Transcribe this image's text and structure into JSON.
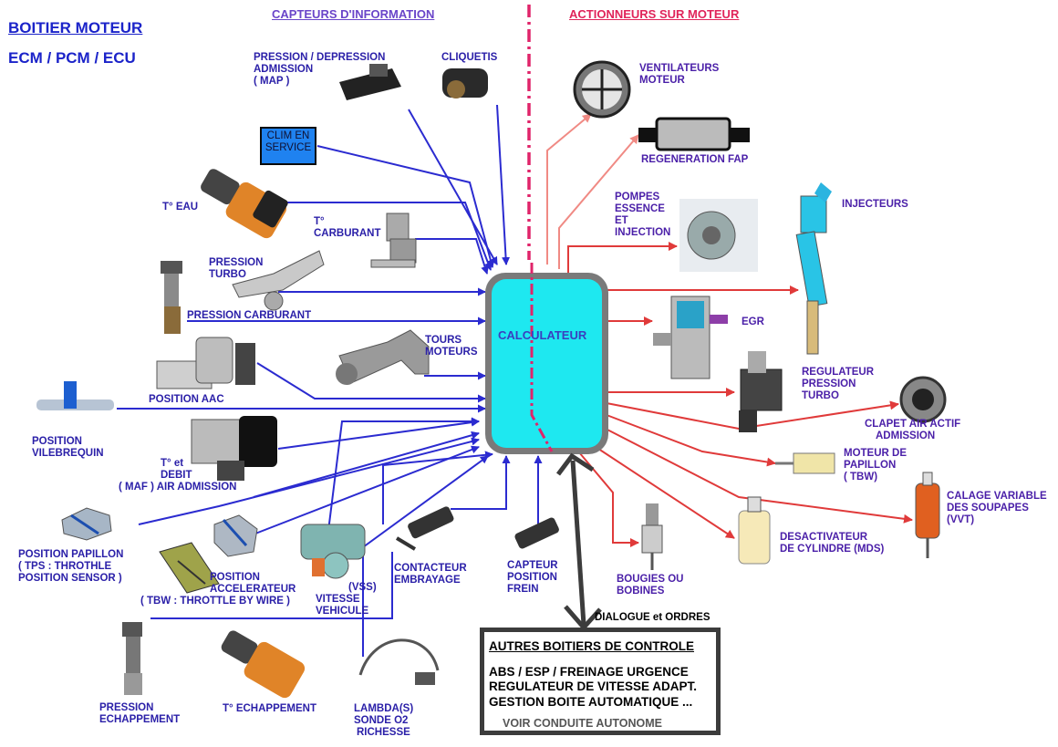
{
  "title": {
    "line1": "BOITIER MOTEUR",
    "line2": "ECM / PCM / ECU"
  },
  "headers": {
    "sensors": "CAPTEURS D'INFORMATION",
    "actuators": "ACTIONNEURS SUR MOTEUR"
  },
  "center": {
    "label": "CALCULATEUR"
  },
  "sensors": {
    "map": [
      "PRESSION / DEPRESSION",
      "ADMISSION",
      "( MAP )"
    ],
    "knock": "CLIQUETIS",
    "clim": [
      "CLIM EN",
      "SERVICE"
    ],
    "water_temp": "T° EAU",
    "fuel_temp": [
      "T°",
      "CARBURANT"
    ],
    "turbo_pressure": [
      "PRESSION",
      "TURBO"
    ],
    "fuel_pressure": "PRESSION CARBURANT",
    "engine_rpm": [
      "TOURS",
      "MOTEURS"
    ],
    "aac": "POSITION AAC",
    "crankshaft": [
      "POSITION",
      "VILEBREQUIN"
    ],
    "maf": [
      "T° et",
      "DEBIT",
      "( MAF )  AIR ADMISSION"
    ],
    "throttle": [
      "POSITION PAPILLON",
      "( TPS : THROTHLE",
      "POSITION SENSOR )"
    ],
    "accelerator": [
      "POSITION",
      "ACCELERATEUR",
      "( TBW : THROTTLE BY WIRE )"
    ],
    "vss": [
      "(VSS)",
      "VITESSE",
      "VEHICULE"
    ],
    "clutch": [
      "CONTACTEUR",
      "EMBRAYAGE"
    ],
    "brake": [
      "CAPTEUR",
      "POSITION",
      "FREIN"
    ],
    "exhaust_pressure": [
      "PRESSION",
      "ECHAPPEMENT"
    ],
    "exhaust_temp": "T° ECHAPPEMENT",
    "lambda": [
      "LAMBDA(S)",
      "SONDE O2",
      "RICHESSE"
    ]
  },
  "actuators": {
    "fans": [
      "VENTILATEURS",
      "MOTEUR"
    ],
    "dpf": "REGENERATION FAP",
    "pumps": [
      "POMPES",
      "ESSENCE",
      "ET",
      "INJECTION"
    ],
    "injectors": "INJECTEURS",
    "egr": "EGR",
    "turbo_regulator": [
      "REGULATEUR",
      "PRESSION",
      "TURBO"
    ],
    "air_valve": [
      "CLAPET AIR ACTIF",
      "ADMISSION"
    ],
    "throttle_motor": [
      "MOTEUR DE",
      "PAPILLON",
      "( TBW)"
    ],
    "vvt": [
      "CALAGE VARIABLE",
      "DES SOUPAPES",
      "(VVT)"
    ],
    "mds": [
      "DESACTIVATEUR",
      "DE CYLINDRE (MDS)"
    ],
    "spark": [
      "BOUGIES OU",
      "BOBINES"
    ]
  },
  "dialogue": "DIALOGUE et ORDRES",
  "other_units": {
    "title": "AUTRES BOITIERS DE CONTROLE",
    "lines": [
      "ABS / ESP / FREINAGE URGENCE",
      "REGULATEUR DE VITESSE ADAPT.",
      "GESTION BOITE AUTOMATIQUE ..."
    ],
    "footer": "VOIR CONDUITE AUTONOME"
  },
  "colors": {
    "sensor_wire": "#2b2bd0",
    "sensor_wire_alt": "#6a2cd6",
    "actuator_wire": "#e03a3a",
    "actuator_wire_light": "#f08a84",
    "ecu_fill": "#1ee8f0",
    "ecu_border": "#707070",
    "divider": "#e0246a"
  }
}
